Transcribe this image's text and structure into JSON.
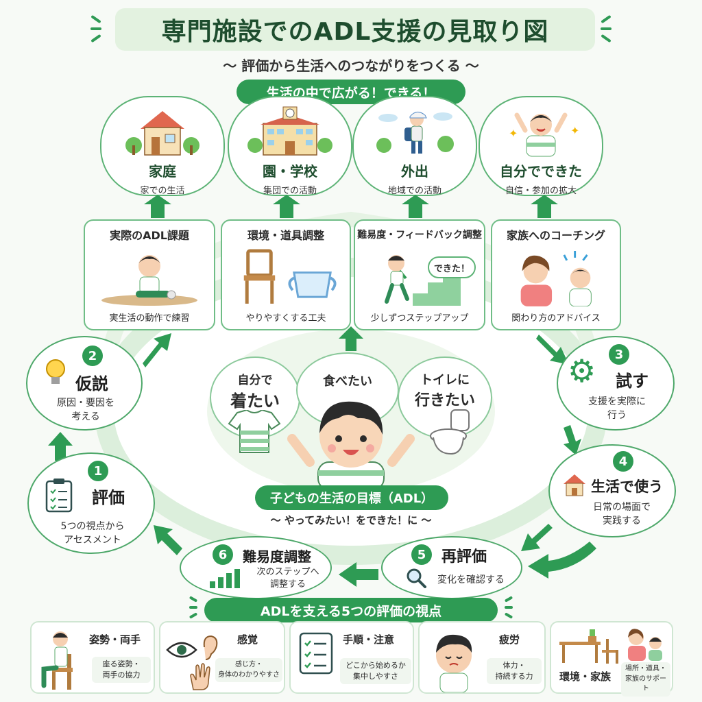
{
  "title": "専門施設でのADL支援の見取り図",
  "subtitle": "〜 評価から生活へのつながりをつくる 〜",
  "life_banner": "生活の中で広がる！できる！",
  "life_scenes": [
    {
      "title": "家庭",
      "sub": "家での生活"
    },
    {
      "title": "園・学校",
      "sub": "集団での活動"
    },
    {
      "title": "外出",
      "sub": "地域での活動"
    },
    {
      "title": "自分でできた",
      "sub": "自信・参加の拡大"
    }
  ],
  "support_cards": [
    {
      "title": "実際のADL課題",
      "sub": "実生活の動作で練習"
    },
    {
      "title": "環境・道具調整",
      "sub": "やりやすくする工夫"
    },
    {
      "title": "難易度・フィードバック調整",
      "sub": "少しずつステップアップ",
      "bubble": "できた！"
    },
    {
      "title": "家族へのコーチング",
      "sub": "関わり方のアドバイス"
    }
  ],
  "steps": [
    {
      "num": "1",
      "title": "評価",
      "sub1": "5つの視点から",
      "sub2": "アセスメント"
    },
    {
      "num": "2",
      "title": "仮説",
      "sub1": "原因・要因を",
      "sub2": "考える"
    },
    {
      "num": "3",
      "title": "試す",
      "sub1": "支援を実際に",
      "sub2": "行う"
    },
    {
      "num": "4",
      "title": "生活で使う",
      "sub1": "日常の場面で",
      "sub2": "実践する"
    },
    {
      "num": "5",
      "title": "再評価",
      "sub1": "変化を確認する",
      "sub2": ""
    },
    {
      "num": "6",
      "title": "難易度調整",
      "sub1": "次のステップへ",
      "sub2": "調整する"
    }
  ],
  "goals": {
    "bubble1_line1": "自分で",
    "bubble1_line2": "着たい",
    "bubble2": "食べたい",
    "bubble3_line1": "トイレに",
    "bubble3_line2": "行きたい",
    "label": "子どもの生活の目標（ADL）",
    "caption": "〜 やってみたい！をできた！に 〜"
  },
  "viewpoints_banner": "ADLを支える5つの評価の視点",
  "viewpoints": [
    {
      "title": "姿勢・両手",
      "sub1": "座る姿勢・",
      "sub2": "両手の協力"
    },
    {
      "title": "感覚",
      "sub1": "感じ方・",
      "sub2": "身体のわかりやすさ"
    },
    {
      "title": "手順・注意",
      "sub1": "どこから始めるか",
      "sub2": "集中しやすさ"
    },
    {
      "title": "疲労",
      "sub1": "体力・",
      "sub2": "持続する力"
    },
    {
      "title": "環境・家族",
      "sub1": "場所・道具・",
      "sub2": "家族のサポート"
    }
  ],
  "colors": {
    "accent": "#2e9b54",
    "dark_green": "#1e4d2e",
    "light_green": "#e3f2e0",
    "background": "#f7faf6"
  },
  "icons": [
    "house-icon",
    "school-icon",
    "child-walking-icon",
    "child-cheering-icon",
    "lightbulb-icon",
    "gear-icon",
    "small-house-icon",
    "magnifier-icon",
    "bar-chart-icon",
    "clipboard-icon",
    "eye-icon",
    "ear-icon",
    "checklist-icon",
    "tired-child-icon",
    "table-chair-icon"
  ]
}
